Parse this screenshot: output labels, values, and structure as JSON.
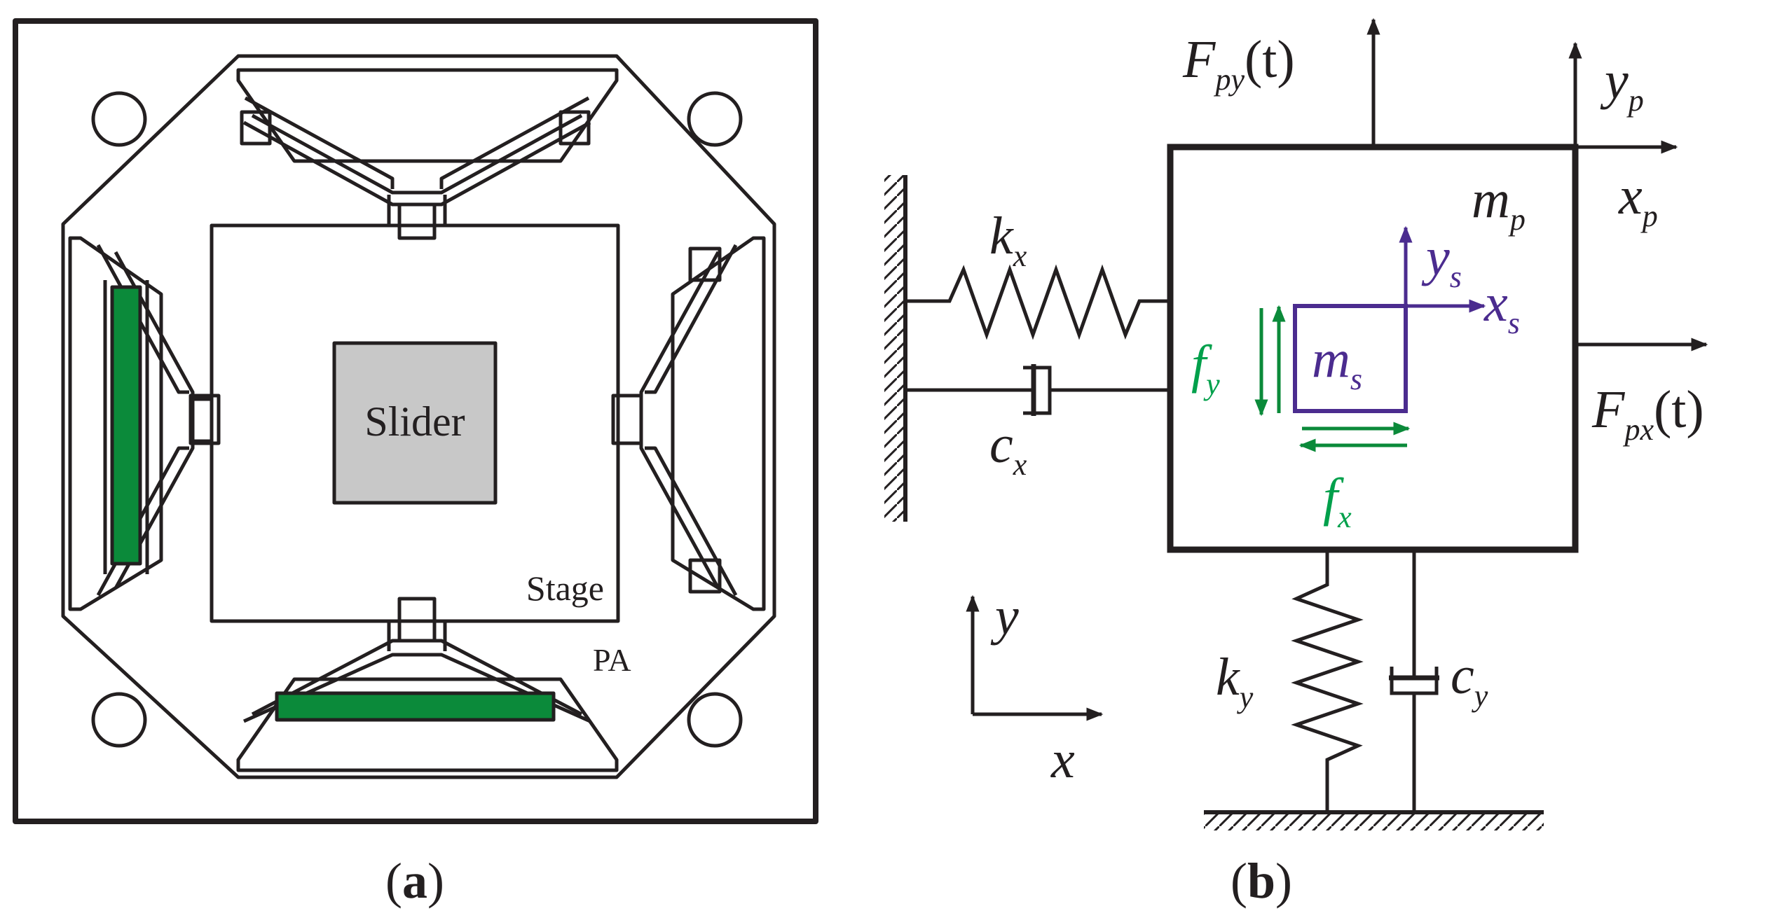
{
  "panel_a": {
    "caption_open": "(",
    "caption_letter": "a",
    "caption_close": ")",
    "slider_label": "Slider",
    "stage_label": "Stage",
    "pa_label": "PA"
  },
  "panel_b": {
    "caption_open": "(",
    "caption_letter": "b",
    "caption_close": ")",
    "Fpy": {
      "main": "F",
      "sub": "py",
      "arg": "(t)"
    },
    "Fpx": {
      "main": "F",
      "sub": "px",
      "arg": "(t)"
    },
    "yp": {
      "main": "y",
      "sub": "p"
    },
    "xp": {
      "main": "x",
      "sub": "p"
    },
    "mp": {
      "main": "m",
      "sub": "p"
    },
    "ys": {
      "main": "y",
      "sub": "s"
    },
    "xs": {
      "main": "x",
      "sub": "s"
    },
    "ms": {
      "main": "m",
      "sub": "s"
    },
    "kx": {
      "main": "k",
      "sub": "x"
    },
    "cx": {
      "main": "c",
      "sub": "x"
    },
    "ky": {
      "main": "k",
      "sub": "y"
    },
    "cy": {
      "main": "c",
      "sub": "y"
    },
    "fy": {
      "main": "f",
      "sub": "y"
    },
    "fx": {
      "main": "f",
      "sub": "x"
    },
    "axis_x": "x",
    "axis_y": "y"
  },
  "colors": {
    "line": "#231f20",
    "piezo_green": "#0b8a3a",
    "label_green": "#00a04b",
    "slider_gray": "#c8c8c8",
    "secondary_purple": "#4b2c8f"
  }
}
